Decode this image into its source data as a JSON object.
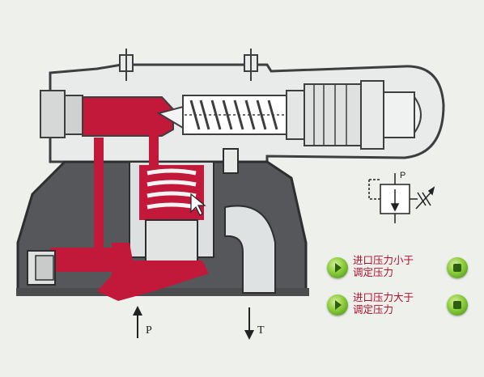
{
  "diagram": {
    "port_p_label": "P",
    "port_t_label": "T",
    "symbol_p_label": "P"
  },
  "controls": {
    "option1_text": "进口压力小于\n调定压力",
    "option2_text": "进口压力大于\n调定压力"
  },
  "colors": {
    "background": "#eef0ec",
    "body_dark": "#55575a",
    "body_light": "#eceeee",
    "oil_red": "#c2183a",
    "label_red": "#b0102a",
    "button_green": "#6cba2a"
  }
}
